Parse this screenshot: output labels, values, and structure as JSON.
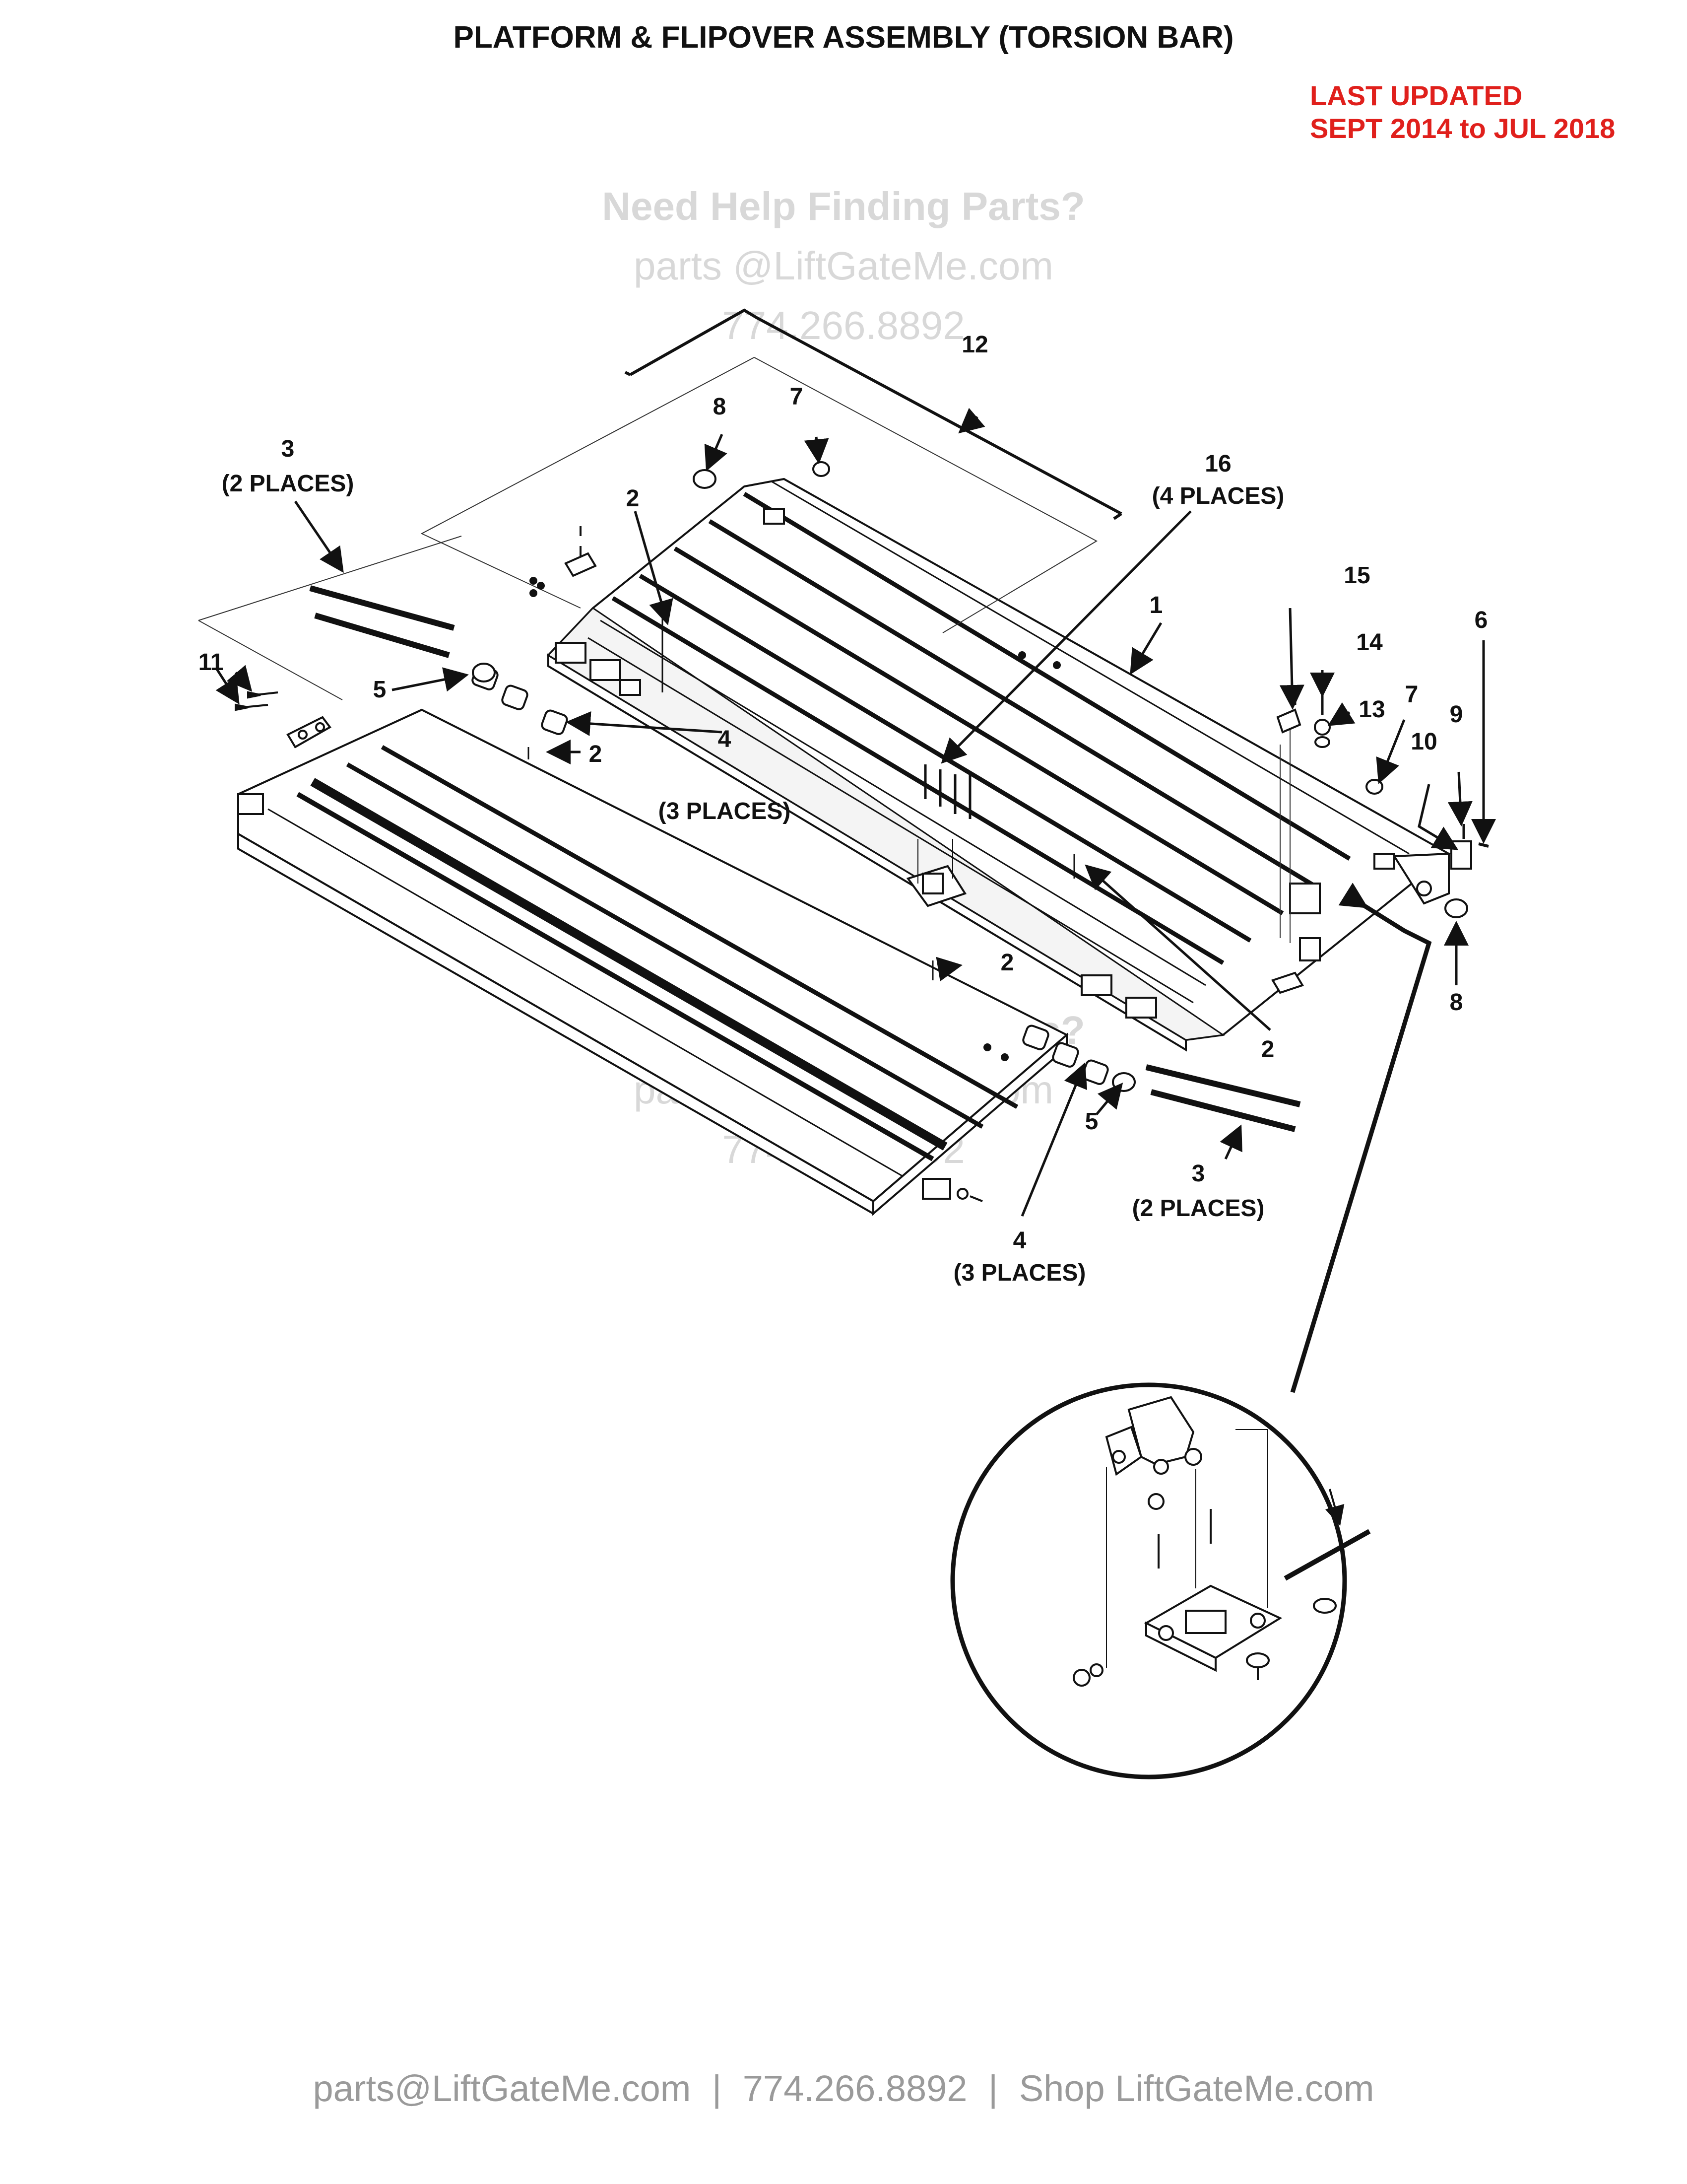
{
  "title": "PLATFORM & FLIPOVER ASSEMBLY (TORSION BAR)",
  "last_updated": {
    "line1": "LAST UPDATED",
    "line2": "SEPT 2014 to JUL 2018"
  },
  "watermark": {
    "line1": "Need Help Finding Parts?",
    "line2": "parts @LiftGateMe.com",
    "line3": "774.266.8892"
  },
  "callouts": {
    "c1": "1",
    "c2": "2",
    "c3": "3",
    "c4": "4",
    "c5": "5",
    "c6": "6",
    "c7": "7",
    "c8": "8",
    "c9": "9",
    "c10": "10",
    "c11": "11",
    "c12": "12",
    "c13": "13",
    "c14": "14",
    "c15": "15",
    "c16": "16",
    "places2": "(2 PLACES)",
    "places3": "(3 PLACES)",
    "places4": "(4 PLACES)"
  },
  "footer": {
    "email": "parts@LiftGateMe.com",
    "separator": "|",
    "phone": "774.266.8892",
    "shop": "Shop LiftGateMe.com"
  },
  "colors": {
    "line": "#111111",
    "accent_red": "#e0201c",
    "watermark": "#d8d8d8",
    "footer": "#9a9a9a"
  }
}
